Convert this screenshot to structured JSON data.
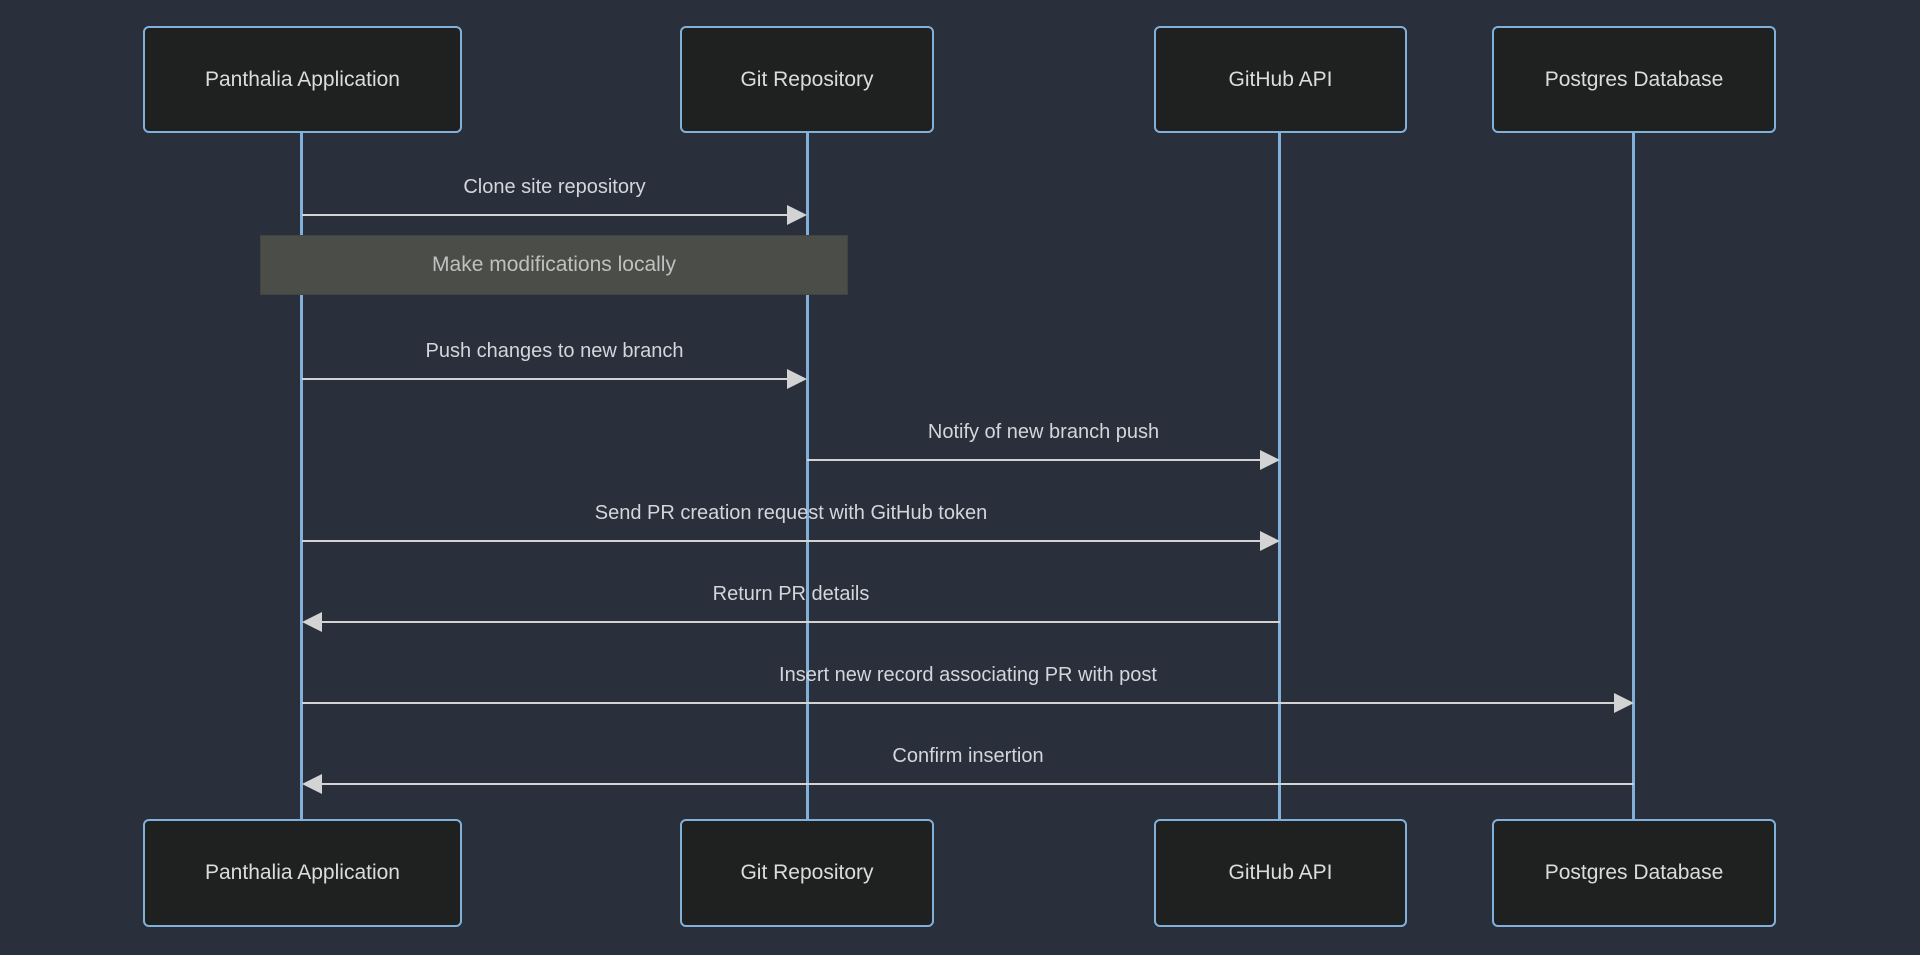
{
  "diagram": {
    "type": "sequence-diagram",
    "actors": [
      {
        "name": "Panthalia Application"
      },
      {
        "name": "Git Repository"
      },
      {
        "name": "GitHub API"
      },
      {
        "name": "Postgres Database"
      }
    ],
    "note": {
      "label": "Make modifications locally",
      "over": "Panthalia Application, Git Repository"
    },
    "messages": [
      {
        "label": "Clone site repository",
        "from": "Panthalia Application",
        "to": "Git Repository",
        "style": "solid-arrow"
      },
      {
        "label": "Push changes to new branch",
        "from": "Panthalia Application",
        "to": "Git Repository",
        "style": "solid-arrow"
      },
      {
        "label": "Notify of new branch push",
        "from": "Git Repository",
        "to": "GitHub API",
        "style": "solid-arrow"
      },
      {
        "label": "Send PR creation request with GitHub token",
        "from": "Panthalia Application",
        "to": "GitHub API",
        "style": "solid-arrow"
      },
      {
        "label": "Return PR details",
        "from": "GitHub API",
        "to": "Panthalia Application",
        "style": "solid-arrow"
      },
      {
        "label": "Insert new record associating PR with post",
        "from": "Panthalia Application",
        "to": "Postgres Database",
        "style": "solid-arrow"
      },
      {
        "label": "Confirm insertion",
        "from": "Postgres Database",
        "to": "Panthalia Application",
        "style": "solid-arrow"
      }
    ],
    "colors": {
      "background": "#292f3b",
      "actor_fill": "#1f2020",
      "actor_border": "#81b1db",
      "lifeline": "#81b1db",
      "message_line": "#d3d3d3",
      "message_text": "#d3d6da",
      "note_fill": "#4a4d48",
      "note_text": "#c0c0c0"
    }
  }
}
